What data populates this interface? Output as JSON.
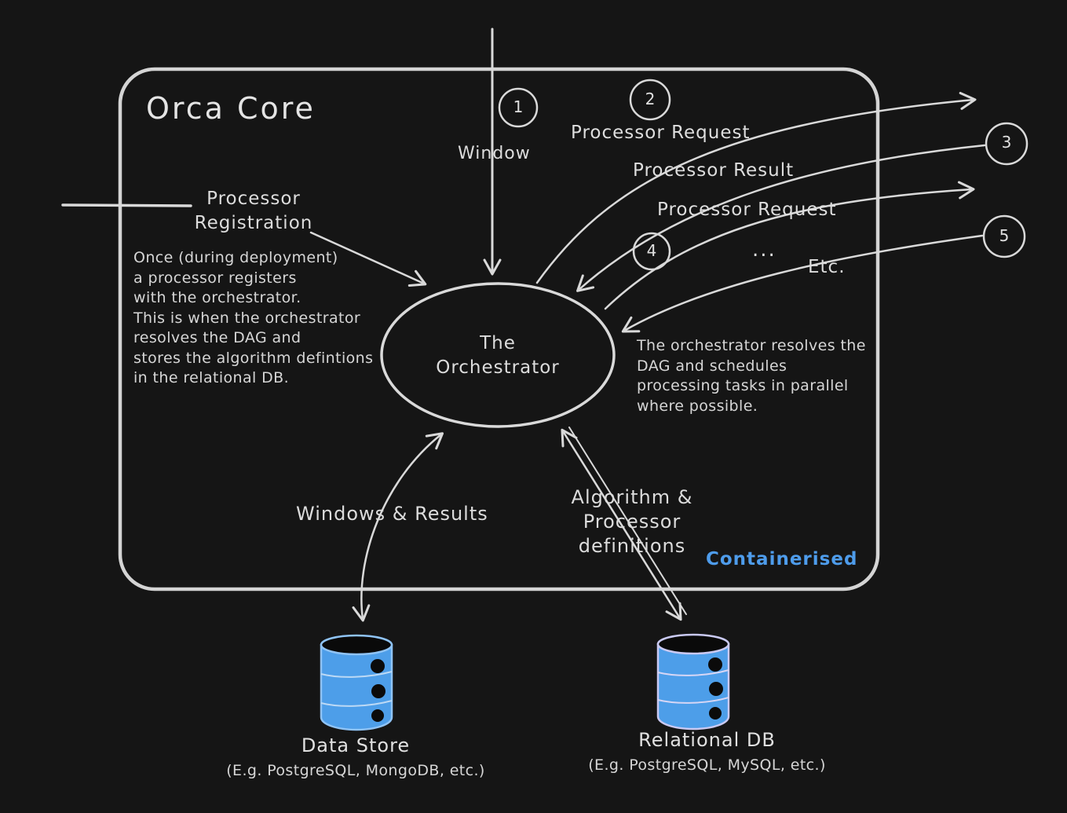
{
  "diagram": {
    "title": "Orca Core",
    "containerised_label": "Containerised",
    "orchestrator_label": "The\nOrchestrator",
    "steps": [
      {
        "num": "1",
        "label": "Window"
      },
      {
        "num": "2",
        "label": "Processor Request"
      },
      {
        "num": "3",
        "label": "Processor Result"
      },
      {
        "num": "4",
        "label": "Processor Request"
      },
      {
        "num": "5",
        "label": "Etc.",
        "ellipsis": "..."
      }
    ],
    "registration": {
      "label": "Processor\nRegistration",
      "note": "Once (during deployment)\na processor registers\nwith the orchestrator.\nThis is when the orchestrator\nresolves the DAG and\nstores the algorithm defintions\nin the relational DB."
    },
    "scheduling_note": "The orchestrator resolves the\nDAG and schedules\nprocessing tasks in parallel\nwhere possible.",
    "bottom_flows": {
      "windows_results": "Windows & Results",
      "algorithm_definitions": "Algorithm & Processor\ndefinitions"
    },
    "datastores": [
      {
        "name": "Data Store",
        "examples": "(E.g. PostgreSQL, MongoDB, etc.)"
      },
      {
        "name": "Relational DB",
        "examples": "(E.g. PostgreSQL, MySQL, etc.)"
      }
    ],
    "colors": {
      "background": "#151515",
      "ink": "#d9d9d9",
      "accent_blue": "#4d9ee9",
      "containerised_text": "#4e9ceb"
    }
  }
}
